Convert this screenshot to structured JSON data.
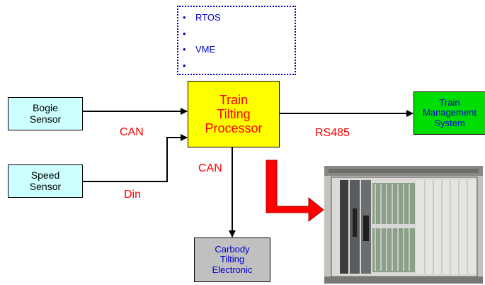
{
  "colors": {
    "label_red": "#ff0000",
    "bullet_blue": "#0000cc",
    "bogie_fill": "#ccffff",
    "speed_fill": "#ccffff",
    "processor_fill": "#ffff00",
    "tms_fill": "#00dd00",
    "carbody_fill": "#c0c0c0",
    "big_arrow": "#ff0000"
  },
  "os_box": {
    "items": [
      "RTOS",
      "",
      "VME",
      ""
    ],
    "bullet": "•"
  },
  "bogie_sensor": {
    "label": "Bogie\nSensor"
  },
  "speed_sensor": {
    "label": "Speed\nSensor"
  },
  "processor": {
    "label": "Train\nTilting\nProcessor"
  },
  "tms": {
    "label": "Train\nManagement\nSystem"
  },
  "carbody": {
    "label": "Carbody\nTilting\nElectronic"
  },
  "labels": {
    "can_left": "CAN",
    "rs485": "RS485",
    "can_vertical": "CAN",
    "din": "Din"
  },
  "photo": {
    "subject": "vme-rack-photo"
  }
}
